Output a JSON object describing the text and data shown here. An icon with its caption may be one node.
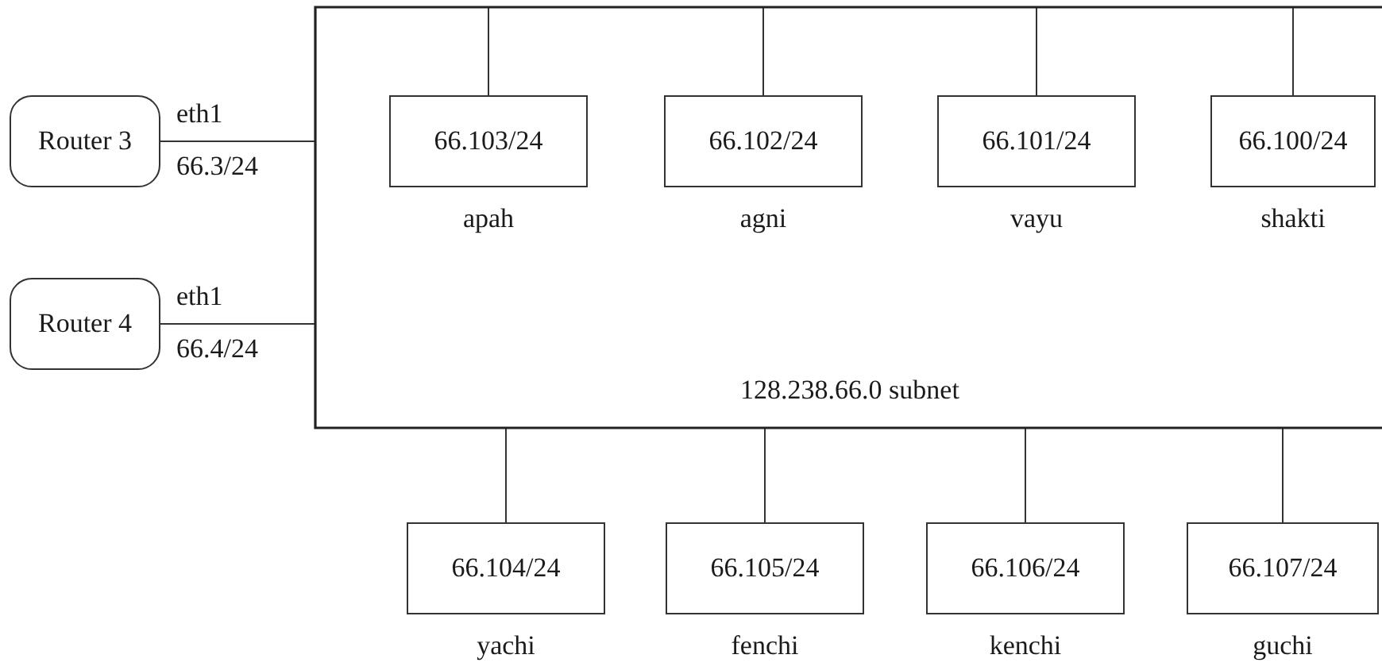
{
  "diagram": {
    "nodes": [
      {
        "text": [
          "128.238.66.0 subnet"
        ]
      },
      {
        "text": [
          "Router 3"
        ],
        "beside": [
          "eth1",
          "66.3/24"
        ]
      },
      {
        "text": [
          "Router 4"
        ],
        "beside": [
          "eth1",
          "66.4/24"
        ]
      },
      {
        "text": [
          "66.103/24"
        ],
        "beside": [
          "apah"
        ],
        "in": 0
      },
      {
        "text": [
          "66.102/24"
        ],
        "beside": [
          "agni"
        ],
        "in": 0
      },
      {
        "text": [
          "66.101/24"
        ],
        "beside": [
          "vayu"
        ],
        "in": 0
      },
      {
        "text": [
          "66.100/24"
        ],
        "beside": [
          "shakti"
        ],
        "in": 0
      },
      {
        "text": [
          "66.104/24"
        ],
        "beside": [
          "yachi"
        ]
      },
      {
        "text": [
          "66.105/24"
        ],
        "beside": [
          "fenchi"
        ]
      },
      {
        "text": [
          "66.106/24"
        ],
        "beside": [
          "kenchi"
        ]
      },
      {
        "text": [
          "66.107/24"
        ],
        "beside": [
          "guchi"
        ]
      }
    ],
    "edges": [
      {
        "from": 1,
        "to": 0,
        "arrow": "none"
      },
      {
        "from": 2,
        "to": 0,
        "arrow": "none"
      },
      {
        "from": 0,
        "to": 3,
        "arrow": "none"
      },
      {
        "from": 0,
        "to": 4,
        "arrow": "none"
      },
      {
        "from": 0,
        "to": 5,
        "arrow": "none"
      },
      {
        "from": 0,
        "to": 6,
        "arrow": "none"
      },
      {
        "from": 0,
        "to": 7,
        "arrow": "none"
      },
      {
        "from": 0,
        "to": 8,
        "arrow": "none"
      },
      {
        "from": 0,
        "to": 9,
        "arrow": "none"
      },
      {
        "from": 0,
        "to": 10,
        "arrow": "none"
      }
    ]
  }
}
